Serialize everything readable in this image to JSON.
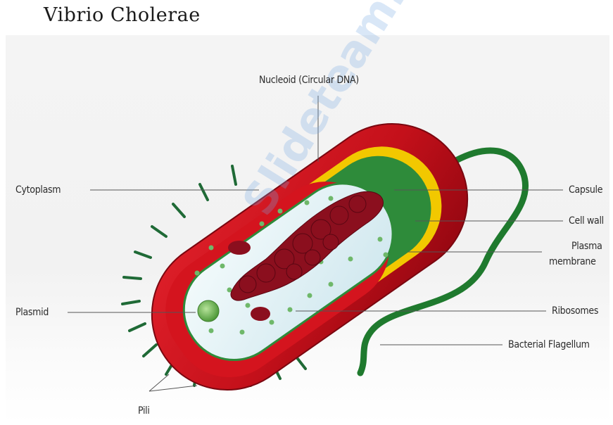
{
  "title": "Vibrio Cholerae",
  "labels": {
    "nucleoid": "Nucleoid (Circular DNA)",
    "cytoplasm": "Cytoplasm",
    "capsule": "Capsule",
    "cell_wall": "Cell wall",
    "plasma_membrane_line1": "Plasma",
    "plasma_membrane_line2": "membrane",
    "plasmid": "Plasmid",
    "ribosomes": "Ribosomes",
    "bacterial_flagellum": "Bacterial Flagellum",
    "pili": "Pili"
  },
  "watermark": "Slideteam.net",
  "colors": {
    "capsule": "#c4101a",
    "cell_wall": "#f2c800",
    "plasma_membrane": "#2e8b3a",
    "cytoplasm": "#dff0f4",
    "dna": "#8b0f1e",
    "flagellum": "#1f7a2e",
    "leader_lines": "#555555"
  }
}
